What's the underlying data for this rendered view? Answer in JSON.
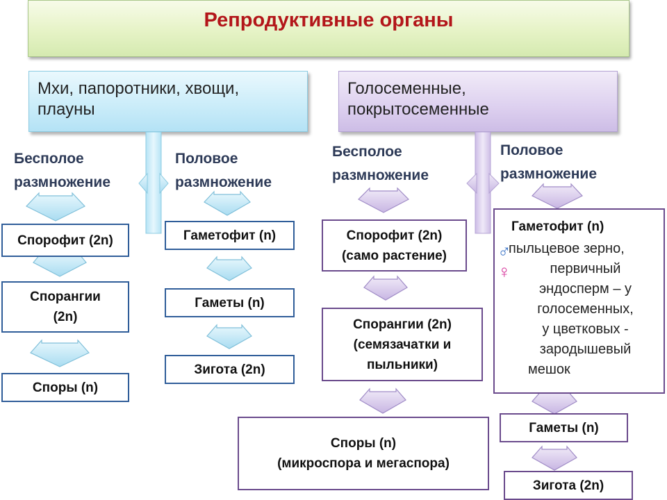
{
  "title": "Репродуктивные органы",
  "groups": {
    "left": [
      "Мхи, папоротники, хвощи,",
      "плауны"
    ],
    "right": [
      "Голосеменные,",
      "покрытосеменные"
    ]
  },
  "left": {
    "asexual_label": [
      "Бесполое",
      "размножение"
    ],
    "sexual_label": [
      "Половое",
      "размножение"
    ],
    "asexual_chain": {
      "sporophyte": "Спорофит (2n)",
      "sporangia": [
        "Спорангии",
        "(2n)"
      ],
      "spores": "Споры (n)"
    },
    "sexual_chain": {
      "gametophyte": "Гаметофит (n)",
      "gametes": "Гаметы (n)",
      "zygote": "Зигота (2n)"
    }
  },
  "right": {
    "asexual_label": [
      "Бесполое",
      "размножение"
    ],
    "sexual_label": [
      "Половое",
      "размножение"
    ],
    "asexual_chain": {
      "sporophyte": [
        "Спорофит (2n)",
        "(само растение)"
      ],
      "sporangia": [
        "Спорангии (2n)",
        "(семязачатки и",
        "пыльники)"
      ],
      "spores": [
        "Споры (n)",
        "(микроспора и мегаспора)"
      ]
    },
    "sexual_chain": {
      "gametophyte_title": "Гаметофит (n)",
      "gametophyte_lines": [
        "пыльцевое зерно,",
        "первичный",
        "эндосперм – у",
        "голосеменных,",
        "у цветковых -",
        "зародышевый",
        "мешок"
      ],
      "gametes": "Гаметы (n)",
      "zygote": "Зигота (2n)"
    }
  },
  "colors": {
    "title": "#b3161a",
    "label": "#2d3a57",
    "left_border": "#2f5d99",
    "right_border": "#6a4a8c",
    "male_symbol": "#3b74c7",
    "female_symbol": "#d6339a"
  },
  "icons": [
    "male-symbol-icon",
    "female-symbol-icon",
    "down-arrow-icon",
    "double-arrow-connector-icon"
  ]
}
